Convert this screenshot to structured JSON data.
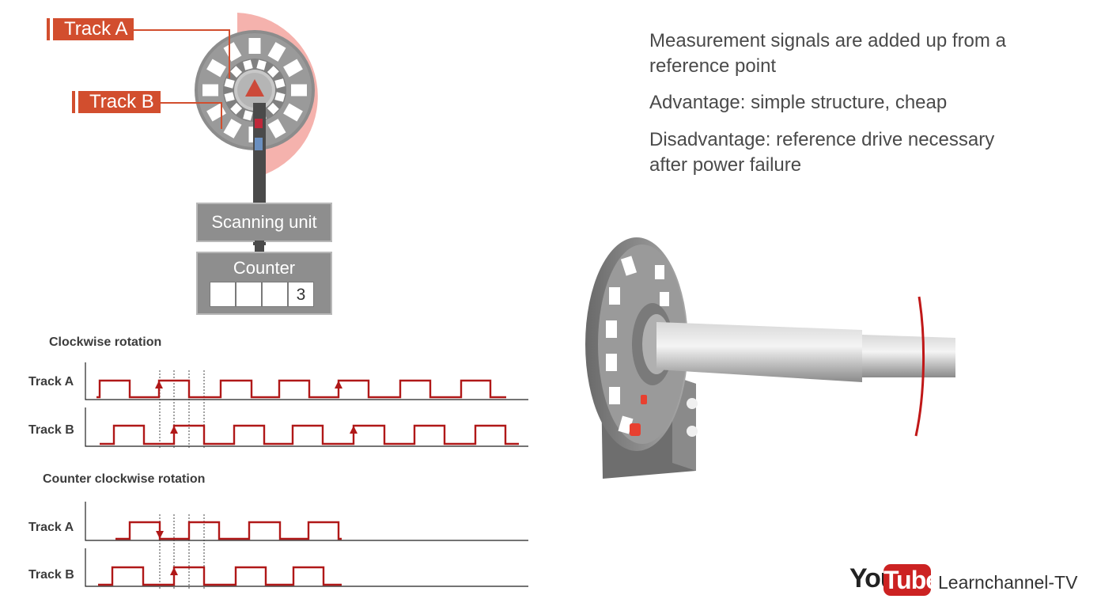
{
  "encoder": {
    "track_a_label": "Track A",
    "track_b_label": "Track B",
    "scanning_unit_label": "Scanning unit",
    "counter_label": "Counter",
    "counter_digits": [
      "",
      "",
      "",
      "3"
    ]
  },
  "text_panel": {
    "para1": "Measurement signals are added up from a reference point",
    "para2": "Advantage: simple structure, cheap",
    "para3": "Disadvantage: reference drive necessary after power failure"
  },
  "timing": {
    "cw_title": "Clockwise rotation",
    "ccw_title": "Counter clockwise rotation",
    "track_a": "Track A",
    "track_b": "Track B"
  },
  "branding": {
    "you": "You",
    "tube": "Tube",
    "channel": "Learnchannel-TV"
  },
  "colors": {
    "accent": "#d24e2e",
    "signal": "#b01818",
    "box_gray": "#8e8e8e"
  }
}
